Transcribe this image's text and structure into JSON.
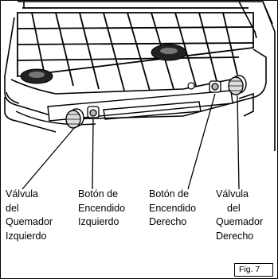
{
  "callouts": {
    "left_valve": [
      "Válvula",
      "del",
      "Quemador",
      "Izquierdo"
    ],
    "left_igniter": [
      "Botón de",
      "Encendido",
      "Izquierdo"
    ],
    "right_igniter": [
      "Botón de",
      "Encendido",
      "Derecho"
    ],
    "right_valve": [
      "Válvula",
      "del",
      "Quemador",
      "Derecho"
    ]
  },
  "figure_label": "Fig. 7"
}
